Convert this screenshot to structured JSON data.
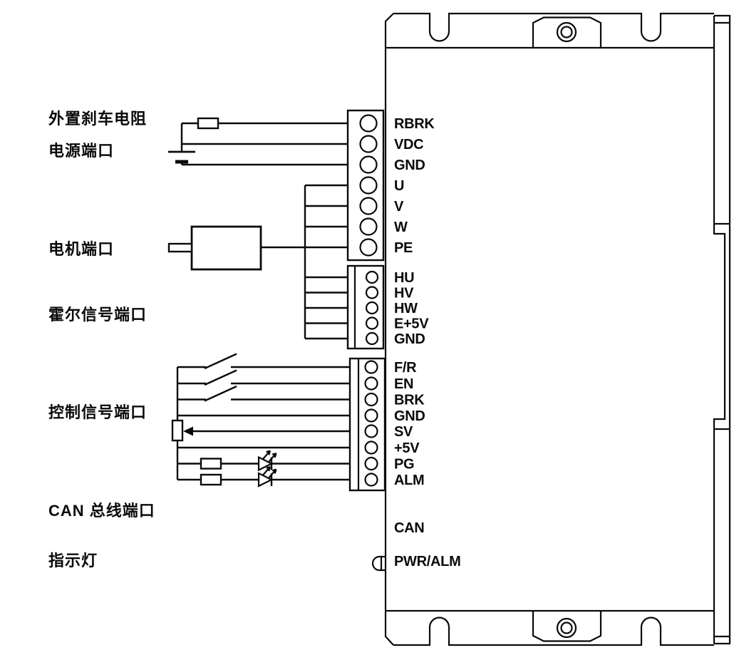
{
  "left_labels": {
    "brake_resistor": "外置刹车电阻",
    "power_port": "电源端口",
    "motor_port": "电机端口",
    "hall_port": "霍尔信号端口",
    "control_port": "控制信号端口",
    "can_port": "CAN 总线端口",
    "indicator": "指示灯"
  },
  "terminal_blocks": {
    "power": {
      "pins": [
        "RBRK",
        "VDC",
        "GND",
        "U",
        "V",
        "W",
        "PE"
      ]
    },
    "hall": {
      "pins": [
        "HU",
        "HV",
        "HW",
        "E+5V",
        "GND"
      ]
    },
    "control": {
      "pins": [
        "F/R",
        "EN",
        "BRK",
        "GND",
        "SV",
        "+5V",
        "PG",
        "ALM"
      ]
    }
  },
  "driver_labels": {
    "can": "CAN",
    "pwr_alm": "PWR/ALM"
  },
  "colors": {
    "line": "#0a0a0a",
    "background": "#ffffff"
  }
}
